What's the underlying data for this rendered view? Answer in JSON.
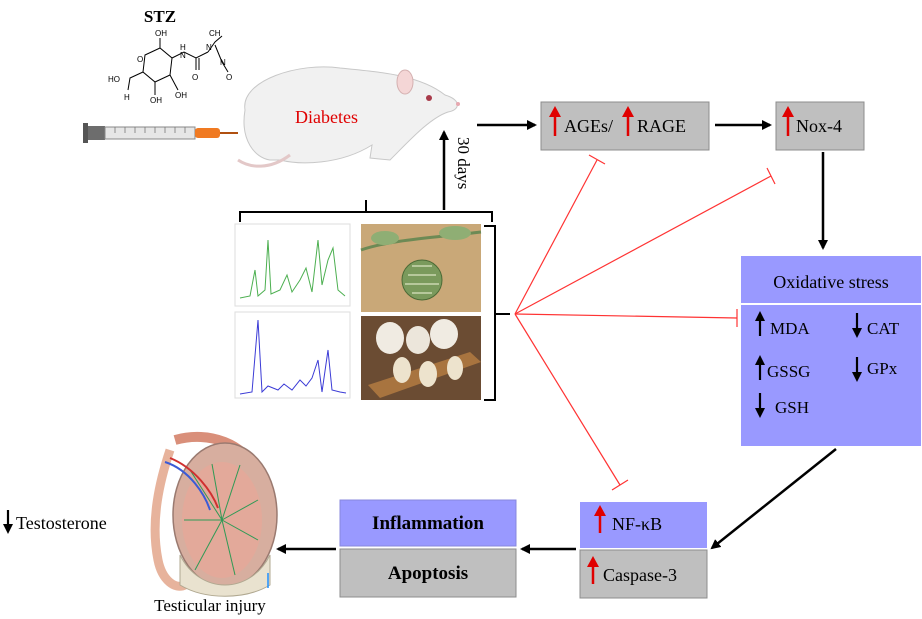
{
  "drug": {
    "name": "STZ"
  },
  "rat": {
    "label": "Diabetes"
  },
  "timeline": {
    "duration": "30 days"
  },
  "pathway": {
    "ages_rage": [
      "AGEs/",
      "RAGE"
    ],
    "nox": "Nox-4",
    "oxidative_stress": {
      "title": "Oxidative stress",
      "increased": [
        "MDA",
        "GSSG"
      ],
      "decreased": [
        "CAT",
        "GPx",
        "GSH"
      ]
    },
    "nfkb": "NF-κB",
    "caspase": "Caspase-3",
    "inflammation": "Inflammation",
    "apoptosis": "Apoptosis",
    "testosterone": "Testosterone",
    "testicular_injury": "Testicular injury"
  },
  "colors": {
    "up_arrow": "#e00000",
    "inhibition": "#ff3333",
    "box_grey": "#bfbfbf",
    "box_blue": "#9999ff",
    "arrow": "#000000"
  },
  "icons": [
    "stz-structure-icon",
    "syringe-icon",
    "rat-image",
    "chromatogram-image",
    "melon-plant-image",
    "garlic-image",
    "testis-image"
  ]
}
